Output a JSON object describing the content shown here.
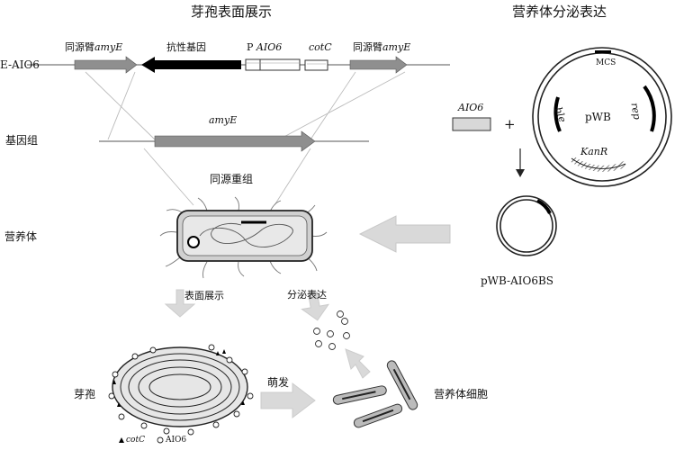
{
  "titles": {
    "spore_display": "芽孢表面展示",
    "vegetative_secretion": "营养体分泌表达"
  },
  "construct": {
    "name": "E-AIO6",
    "left_homology": "同源臂",
    "left_homology_gene": "amyE",
    "resistance": "抗性基因",
    "promoter": "P",
    "aio6": "AIO6",
    "cotc": "cotC",
    "right_homology": "同源臂",
    "right_homology_gene": "amyE"
  },
  "genome": {
    "row_label": "基因组",
    "gene": "amyE",
    "recombination": "同源重组"
  },
  "vegetative_row_label": "营养体",
  "plasmid": {
    "name": "pWB",
    "mcs": "MCS",
    "rep": "rep",
    "kanr": "KanR",
    "ble": "ble",
    "insert": "AIO6",
    "plus": "+",
    "product": "pWB-AIO6BS"
  },
  "lower": {
    "surface_display": "表面展示",
    "secretion": "分泌表达",
    "spore": "芽孢",
    "germination": "萌发",
    "vegetative_cells": "营养体细胞",
    "legend_cotc_symbol": "▲",
    "legend_cotc": "cotC",
    "legend_aio6_symbol": "○",
    "legend_aio6": "AIO6"
  },
  "colors": {
    "gray_arrow": "#8f8f8f",
    "black_arrow": "#000000",
    "light_arrow": "#d9d9d9"
  }
}
